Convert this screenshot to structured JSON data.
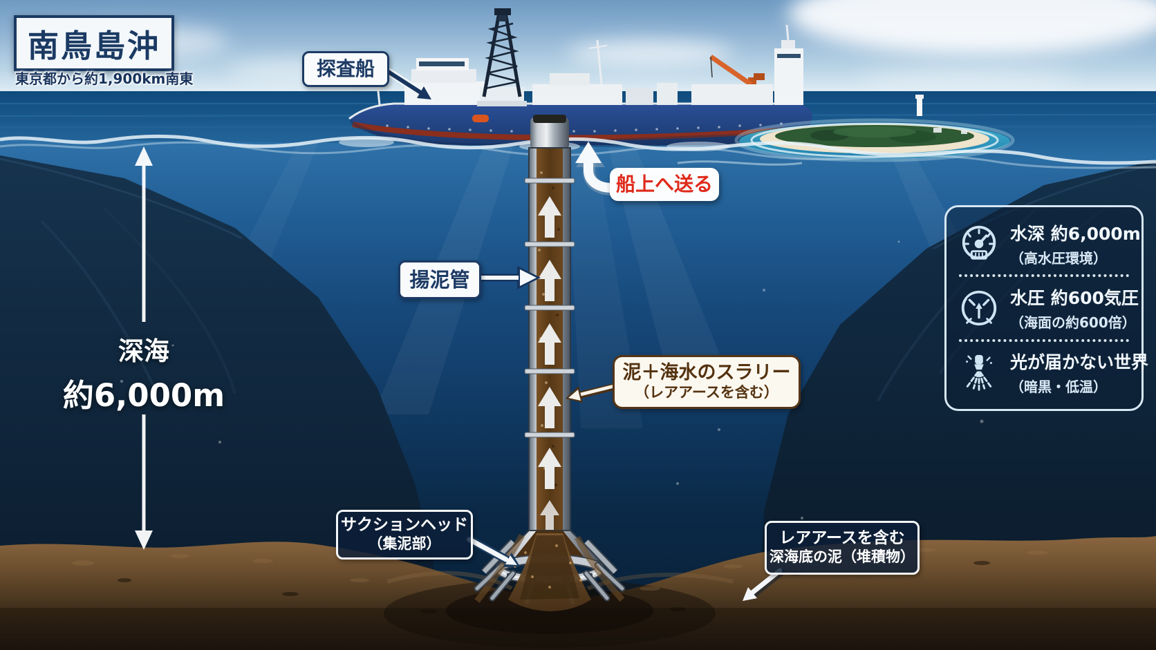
{
  "title": {
    "heading": "南鳥島沖",
    "subtitle": "東京都から約1,900km南東"
  },
  "labels": {
    "ship": "探査船",
    "send_to_ship": "船上へ送る",
    "riser_pipe": "揚泥管",
    "slurry_line1": "泥＋海水のスラリー",
    "slurry_line2": "（レアアースを含む）",
    "depth_line1": "深海",
    "depth_line2": "約6,000m",
    "suction_line1": "サクションヘッド",
    "suction_line2": "（集泥部）",
    "seafloor_mud_line1": "レアアースを含む",
    "seafloor_mud_line2": "深海底の泥（堆積物）"
  },
  "info_panel": {
    "items": [
      {
        "icon": "depth-gauge-icon",
        "line1": "水深 約6,000m",
        "line2": "（高水圧環境）"
      },
      {
        "icon": "water-pressure-icon",
        "line1": "水圧 約600気圧",
        "line2": "（海面の約600倍）"
      },
      {
        "icon": "no-light-icon",
        "line1": "光が届かない世界",
        "line2": "（暗黒・低温）"
      }
    ]
  },
  "colors": {
    "label_navy": "#1c3a64",
    "alert_red": "#df2a1b",
    "slurry_brown": "#54320f",
    "panel_border": "#d7e7f4",
    "deep_sea_top": "#2f72a9",
    "deep_sea_bottom": "#071d33",
    "seafloor_brown": "#6b4e2f"
  }
}
